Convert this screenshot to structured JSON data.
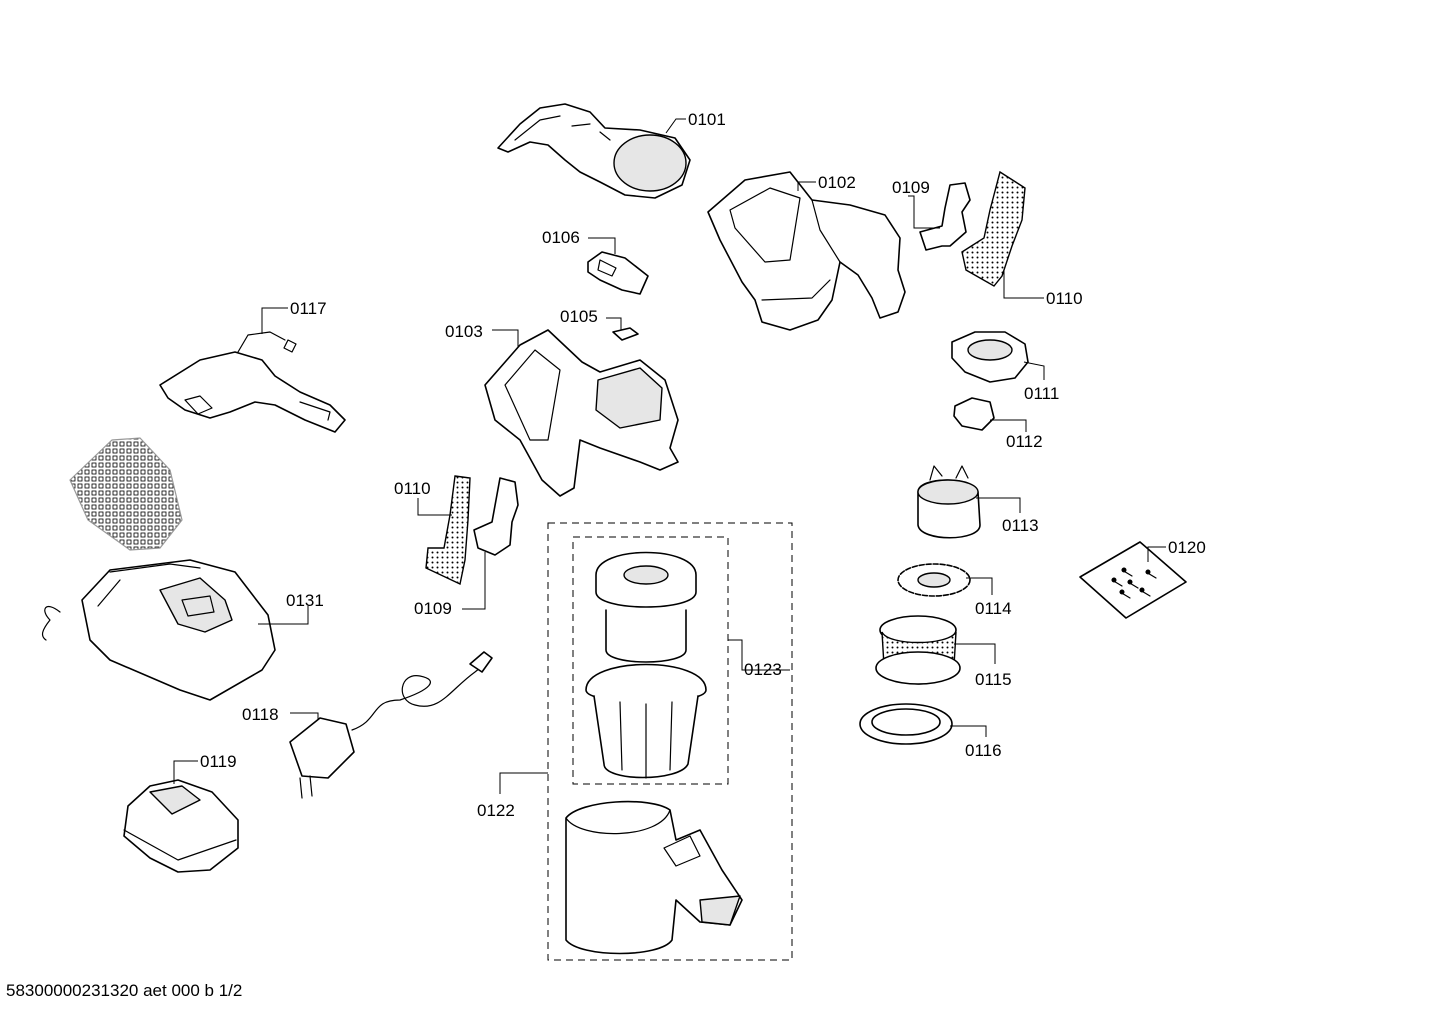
{
  "footer": {
    "document_code": "58300000231320 aet 000 b 1/2"
  },
  "callouts": {
    "p0101": "0101",
    "p0102": "0102",
    "p0103": "0103",
    "p0105": "0105",
    "p0106": "0106",
    "p0109a": "0109",
    "p0109b": "0109",
    "p0110a": "0110",
    "p0110b": "0110",
    "p0111": "0111",
    "p0112": "0112",
    "p0113": "0113",
    "p0114": "0114",
    "p0115": "0115",
    "p0116": "0116",
    "p0117": "0117",
    "p0118": "0118",
    "p0119": "0119",
    "p0120": "0120",
    "p0122": "0122",
    "p0123": "0123",
    "p0131": "0131"
  }
}
